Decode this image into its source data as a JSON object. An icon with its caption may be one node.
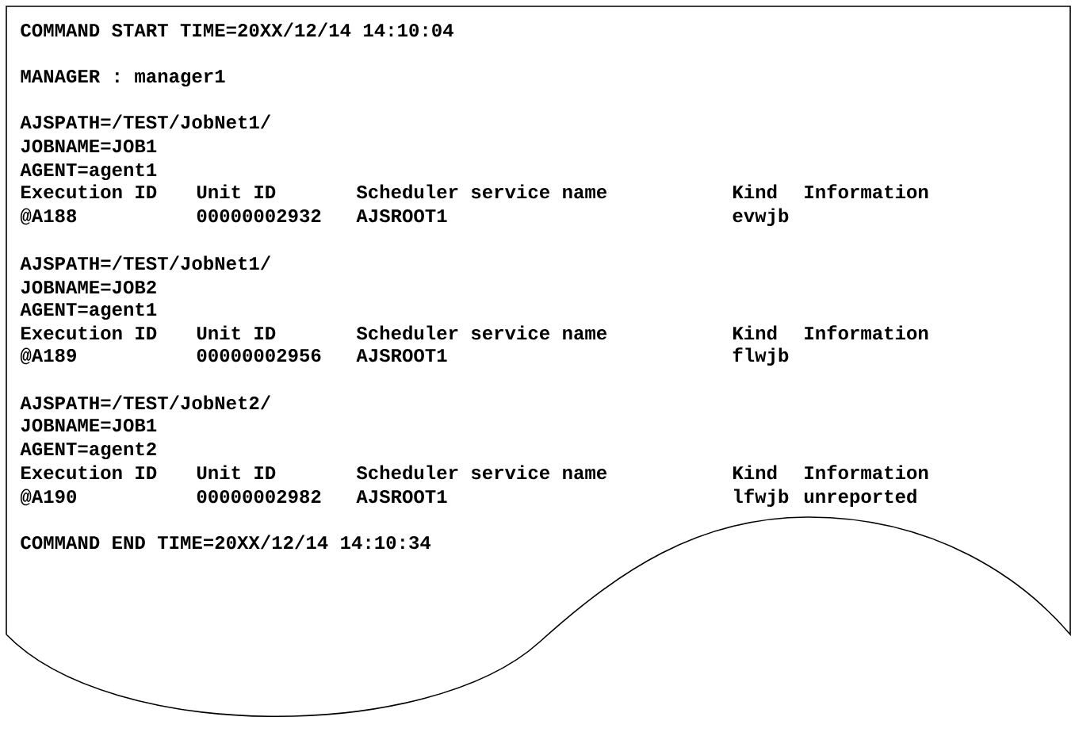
{
  "diagram": {
    "nodes": [
      {
        "text": [
          "COMMAND START TIME=20XX/12/14 14:10:04",
          "MANAGER : manager1",
          "AJSPATH=/TEST/JobNet1/",
          "JOBNAME=JOB1",
          "AGENT=agent1",
          "Execution ID",
          "Unit ID",
          "Scheduler service name",
          "Kind",
          "Information",
          "@A188",
          "00000002932",
          "AJSROOT1",
          "evwjb",
          "AJSPATH=/TEST/JobNet1/",
          "JOBNAME=JOB2",
          "AGENT=agent1",
          "Execution ID",
          "Unit ID",
          "Scheduler service name",
          "Kind",
          "Information",
          "@A189",
          "00000002956",
          "AJSROOT1",
          "flwjb",
          "AJSPATH=/TEST/JobNet2/",
          "JOBNAME=JOB1",
          "AGENT=agent2",
          "Execution ID",
          "Unit ID",
          "Scheduler service name",
          "Kind",
          "Information",
          "@A190",
          "00000002982",
          "AJSROOT1",
          "lfwjb",
          "unreported",
          "COMMAND END TIME=20XX/12/14 14:10:34"
        ]
      }
    ]
  }
}
